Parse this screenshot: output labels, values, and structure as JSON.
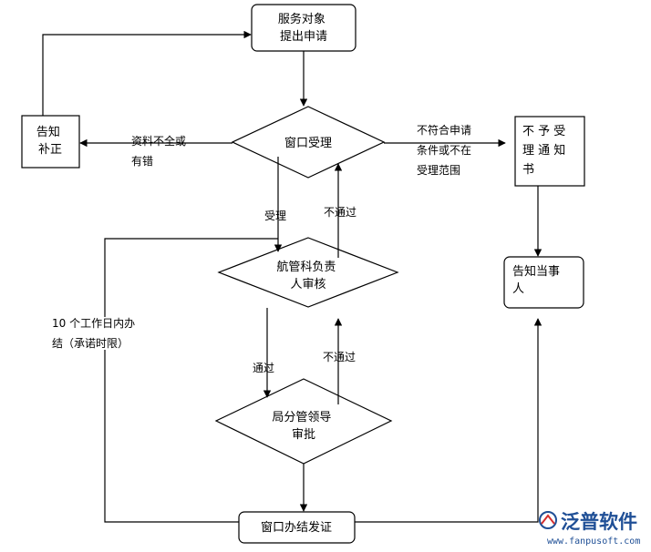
{
  "nodes": {
    "apply": [
      "服务对象",
      "提出申请"
    ],
    "window_accept": [
      "窗口受理"
    ],
    "notify_fix": [
      "告知",
      "补正"
    ],
    "reject_notice": [
      "不 予 受",
      "理 通 知",
      "书"
    ],
    "review": [
      "航管科负责",
      "人审核"
    ],
    "approve": [
      "局分管领导",
      "审批"
    ],
    "issue": [
      "窗口办结发证"
    ],
    "inform_party": [
      "告知当事",
      "人"
    ]
  },
  "edges": {
    "incomplete": [
      "资料不全或",
      "有错"
    ],
    "not_eligible": [
      "不符合申请",
      "条件或不在",
      "受理范围"
    ],
    "accept": [
      "受理"
    ],
    "fail_1": [
      "不通过"
    ],
    "pass": [
      "通过"
    ],
    "fail_2": [
      "不通过"
    ],
    "deadline": [
      "10 个工作日内办",
      "结（承诺时限）"
    ]
  },
  "watermark": {
    "brand": "泛普软件",
    "url": "www.fanpusoft.com"
  }
}
